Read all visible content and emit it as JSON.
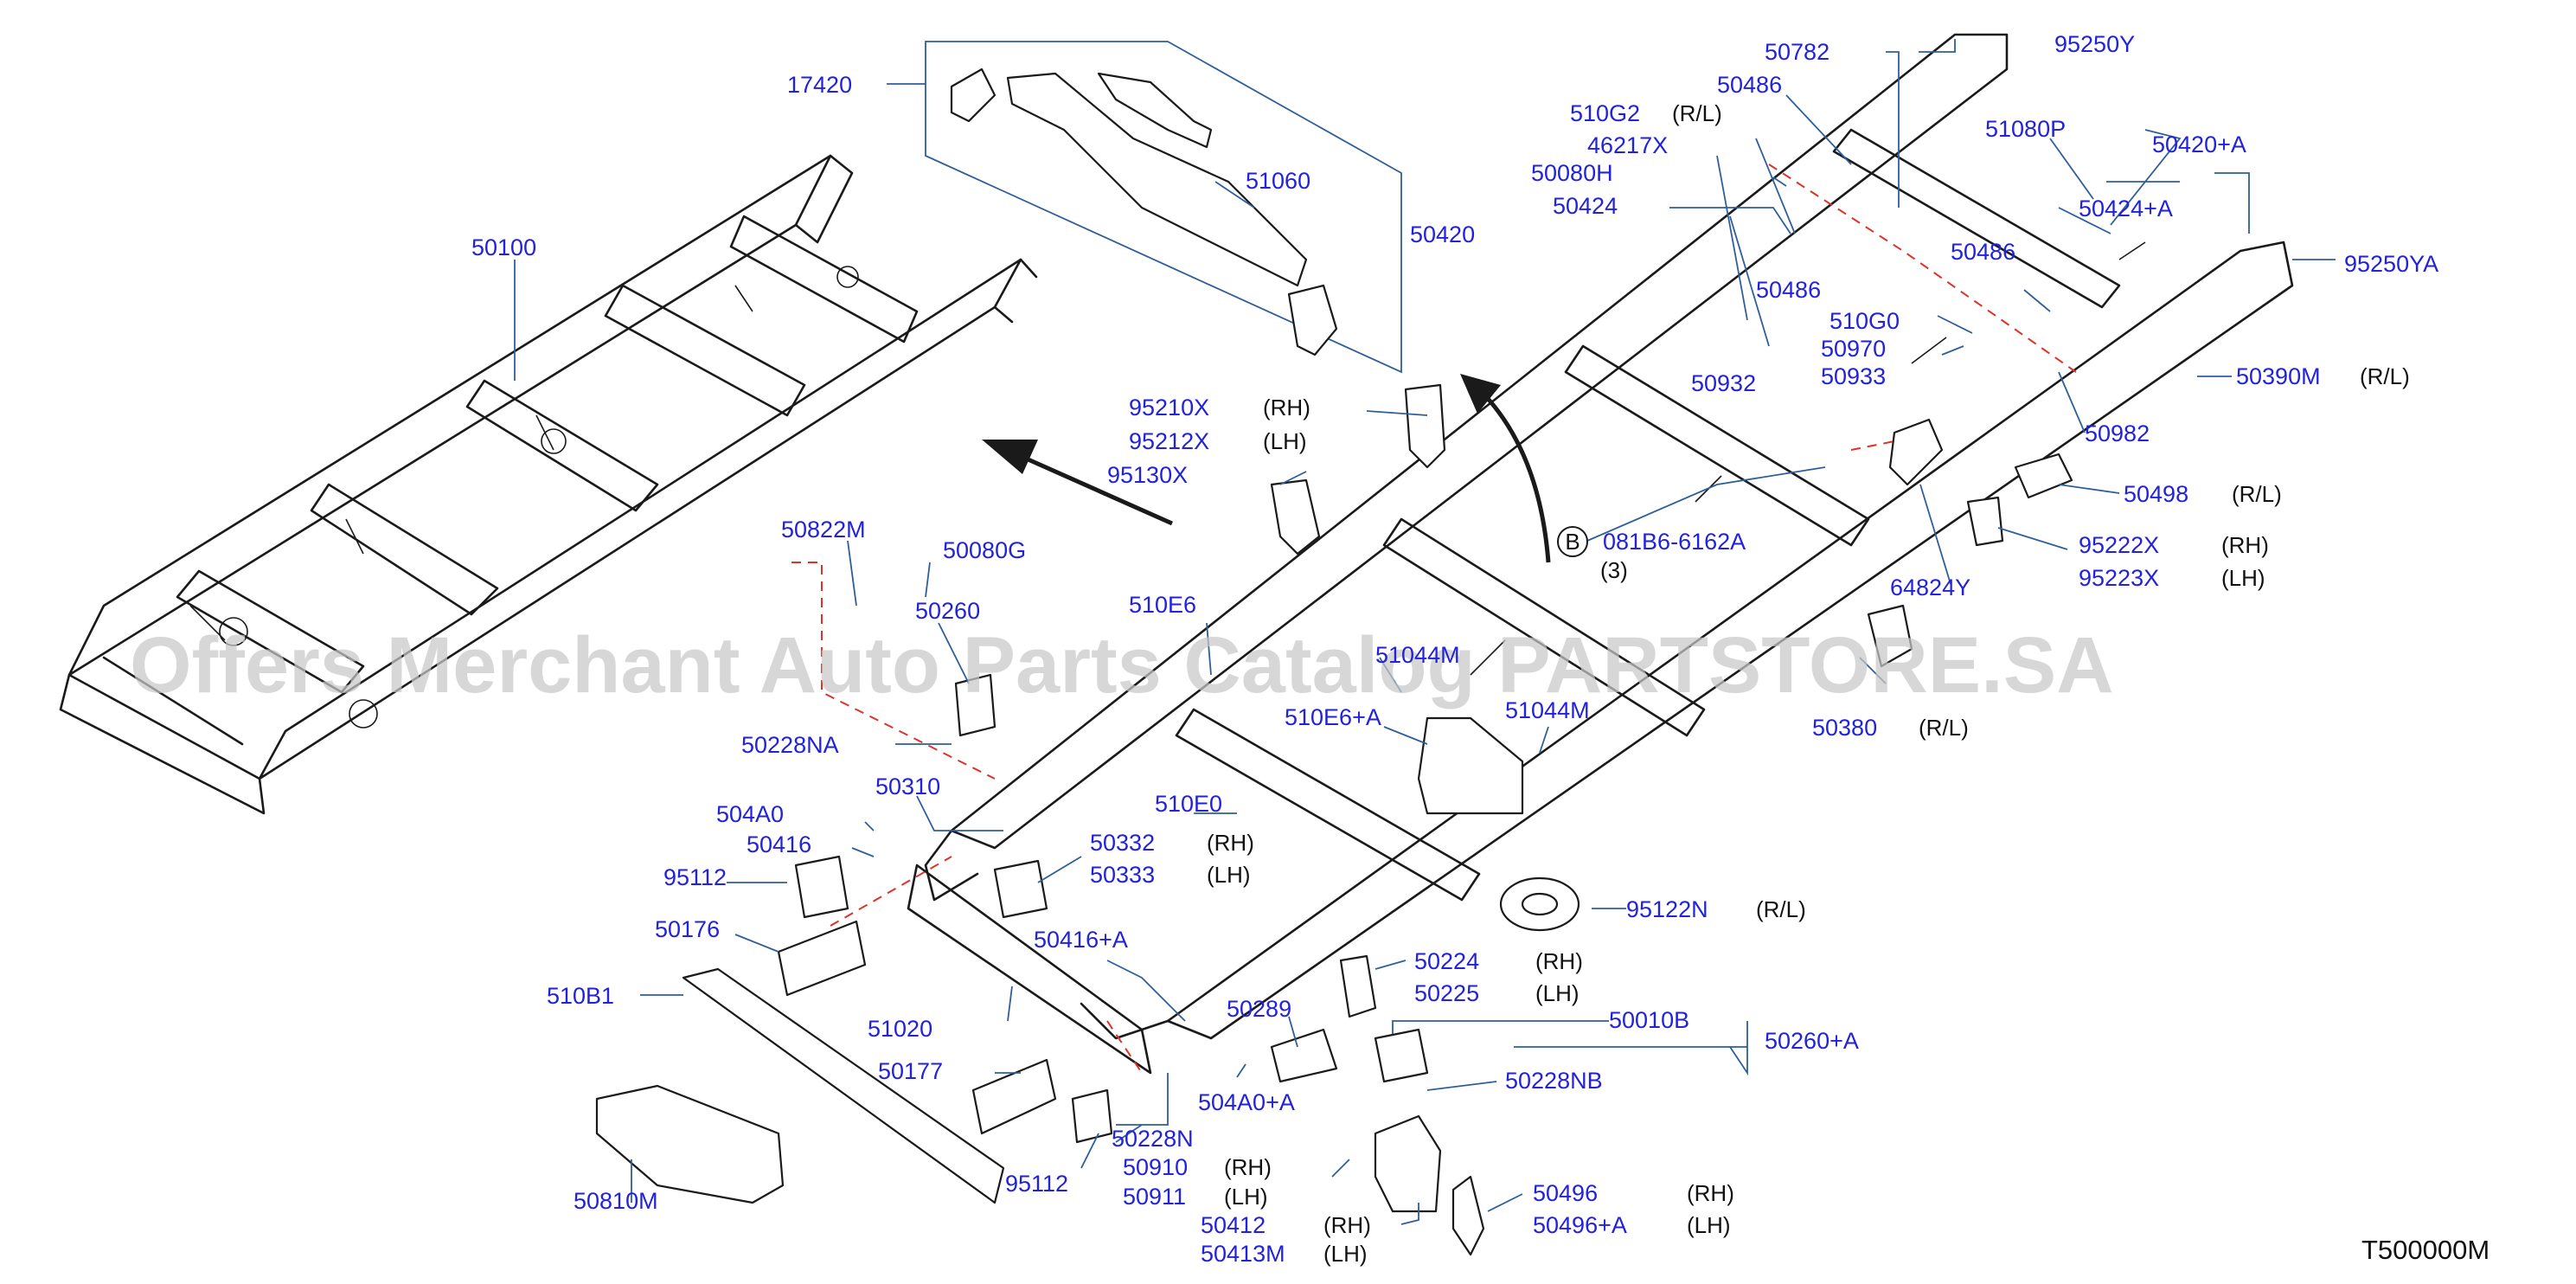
{
  "diagram_code": "T500000M",
  "watermark": "Offers Merchant Auto Parts Catalog PARTSTORE.SA",
  "view_ref": {
    "letter": "B"
  },
  "side_labels": {
    "rh": "(RH)",
    "lh": "(LH)",
    "rl": "(R/L)"
  },
  "parts": {
    "p17420": "17420",
    "p51060": "51060",
    "p50100": "50100",
    "p50420": "50420",
    "p50782": "50782",
    "p95250Y": "95250Y",
    "p50486a": "50486",
    "p510G2": "510G2",
    "p46217X": "46217X",
    "p50080H": "50080H",
    "p50424": "50424",
    "p51080P": "51080P",
    "p50420A": "50420+A",
    "p50424A": "50424+A",
    "p50486b": "50486",
    "p50486c": "50486",
    "p95250YA": "95250YA",
    "p510G0": "510G0",
    "p50970": "50970",
    "p50933": "50933",
    "p50932": "50932",
    "p50390M": "50390M",
    "p50982": "50982",
    "p95210X": "95210X",
    "p95212X": "95212X",
    "p95130X": "95130X",
    "p50498": "50498",
    "p081B6": "081B6-6162A",
    "p081B6_qty": "(3)",
    "p95222X": "95222X",
    "p95223X": "95223X",
    "p64824Y": "64824Y",
    "p50822M": "50822M",
    "p50080G": "50080G",
    "p50260": "50260",
    "p510E6": "510E6",
    "p51044M_top": "51044M",
    "p50380": "50380",
    "p510E6A": "510E6+A",
    "p51044M": "51044M",
    "p50228NA": "50228NA",
    "p50310": "50310",
    "p504A0": "504A0",
    "p50416": "50416",
    "p510E0": "510E0",
    "p50332": "50332",
    "p50333": "50333",
    "p95112a": "95112",
    "p50176": "50176",
    "p95122N": "95122N",
    "p510B1": "510B1",
    "p50416A": "50416+A",
    "p50224": "50224",
    "p50225": "50225",
    "p51020": "51020",
    "p50289": "50289",
    "p50010B": "50010B",
    "p50260A": "50260+A",
    "p50177": "50177",
    "p504A0A": "504A0+A",
    "p50228NB": "50228NB",
    "p50228N": "50228N",
    "p50910": "50910",
    "p50911": "50911",
    "p95112b": "95112",
    "p50810M": "50810M",
    "p50412": "50412",
    "p50413M": "50413M",
    "p50496": "50496",
    "p50496A": "50496+A"
  }
}
